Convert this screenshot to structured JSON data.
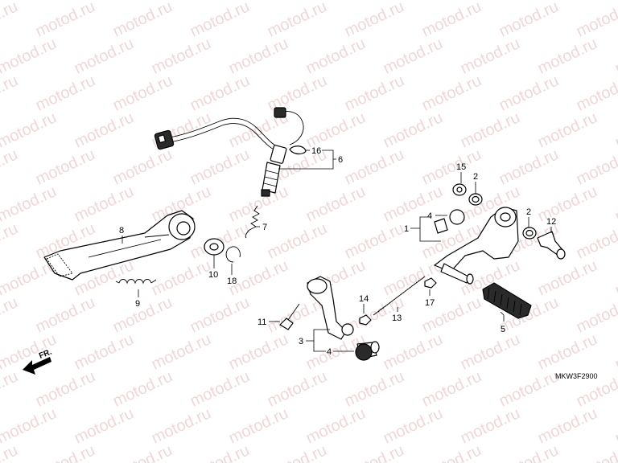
{
  "watermark": {
    "text": "motod.ru"
  },
  "diagram_code": "MKW3F2900",
  "direction_label": "FR.",
  "callouts": {
    "c1": "1",
    "c2a": "2",
    "c2b": "2",
    "c3": "3",
    "c4a": "4",
    "c4b": "4",
    "c5": "5",
    "c6": "6",
    "c7": "7",
    "c8": "8",
    "c9": "9",
    "c10": "10",
    "c11": "11",
    "c12": "12",
    "c13": "13",
    "c14": "14",
    "c15": "15",
    "c16": "16",
    "c17": "17",
    "c18": "18"
  }
}
